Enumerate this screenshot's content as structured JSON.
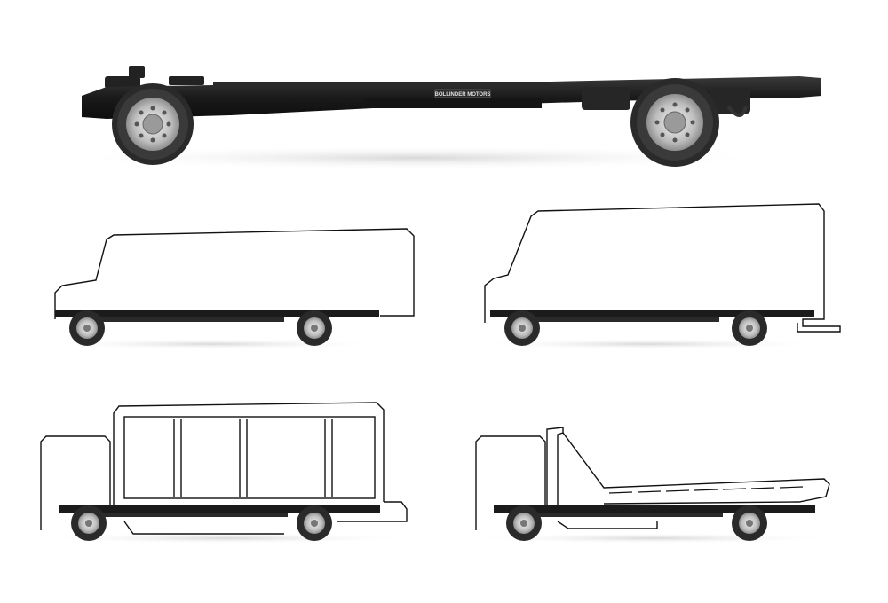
{
  "hero_chassis": {
    "frame_label": "BOLLINDER MOTORS"
  },
  "colors": {
    "background": "#ffffff",
    "chassis_frame": "#1b1b1b",
    "tire": "#2a2a2a",
    "rim": "#cfcfcf",
    "outline": "#111111",
    "shadow": "#e6e6e6"
  },
  "variants": [
    {
      "id": "step-van-standard"
    },
    {
      "id": "step-van-tall"
    },
    {
      "id": "box-truck"
    },
    {
      "id": "flatbed"
    }
  ]
}
